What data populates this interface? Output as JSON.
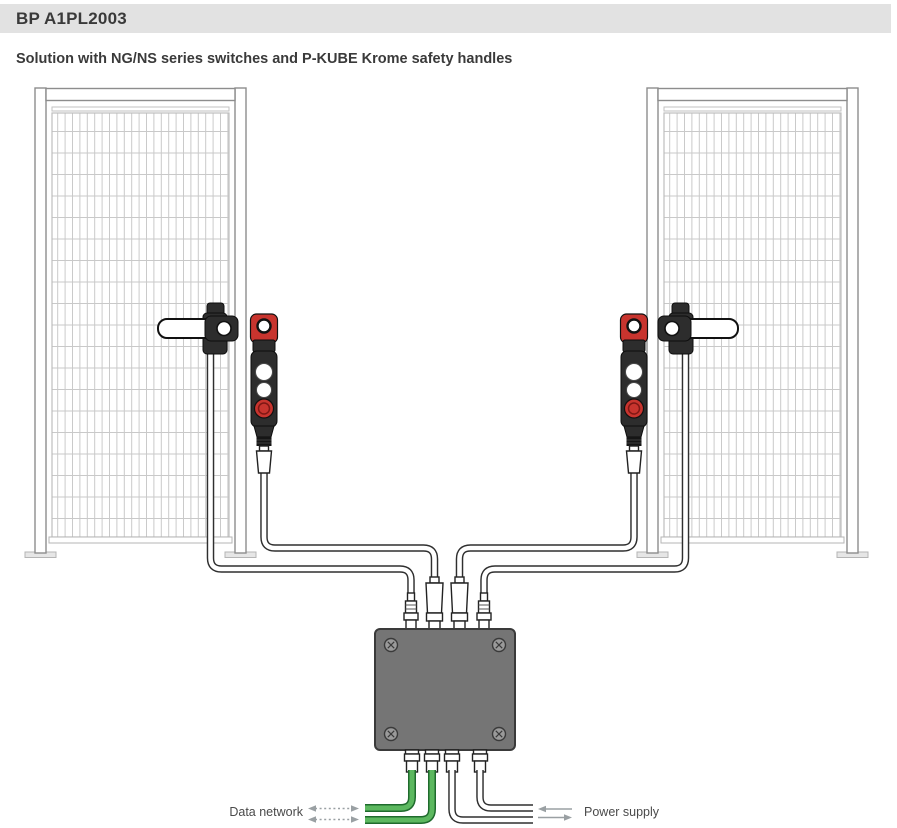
{
  "header": {
    "title": "BP A1PL2003",
    "subtitle": "Solution with NG/NS series switches and P-KUBE Krome safety handles"
  },
  "diagram": {
    "labels": {
      "data_network": "Data network",
      "power_supply": "Power supply"
    }
  },
  "colors": {
    "header_bg": "#e2e2e2",
    "title_text": "#3a3a3a",
    "label_text": "#4a4a4a",
    "switch_body": "#2d2d2d",
    "switch_red": "#c8342e",
    "box_fill": "#757575",
    "box_border": "#3a3a3a",
    "screw_fill": "#9a9a9a",
    "cable_outline": "#2f2f2f",
    "green_cable": "#5cb85f",
    "green_cable_dark": "#1f6b2d",
    "arrow_gray": "#9aa0a3",
    "frame_gray": "#8d8d8d",
    "mesh_gray": "#c9c9c9"
  }
}
